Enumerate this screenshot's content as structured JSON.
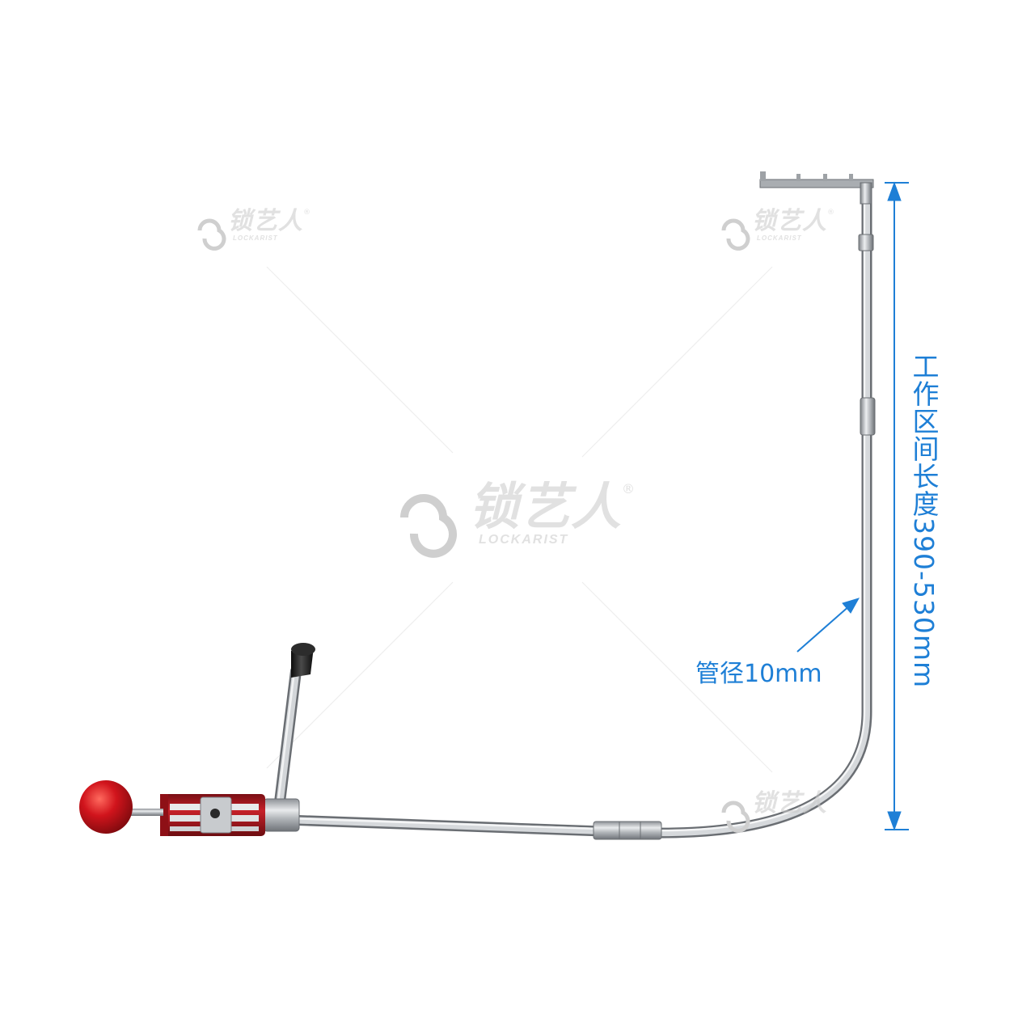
{
  "watermark": {
    "brand_cn": "锁艺人",
    "brand_en": "LOCKARIST",
    "registered": "®"
  },
  "annotations": {
    "working_length": "工作区间长度390-530mm",
    "pipe_diameter": "管径10mm",
    "accent_color": "#1e7fd6"
  },
  "product": {
    "knob_color": "#c0141a",
    "collar_color": "#b01820",
    "metal_color": "#b9bcc0",
    "grip_color": "#1a1a1a"
  }
}
